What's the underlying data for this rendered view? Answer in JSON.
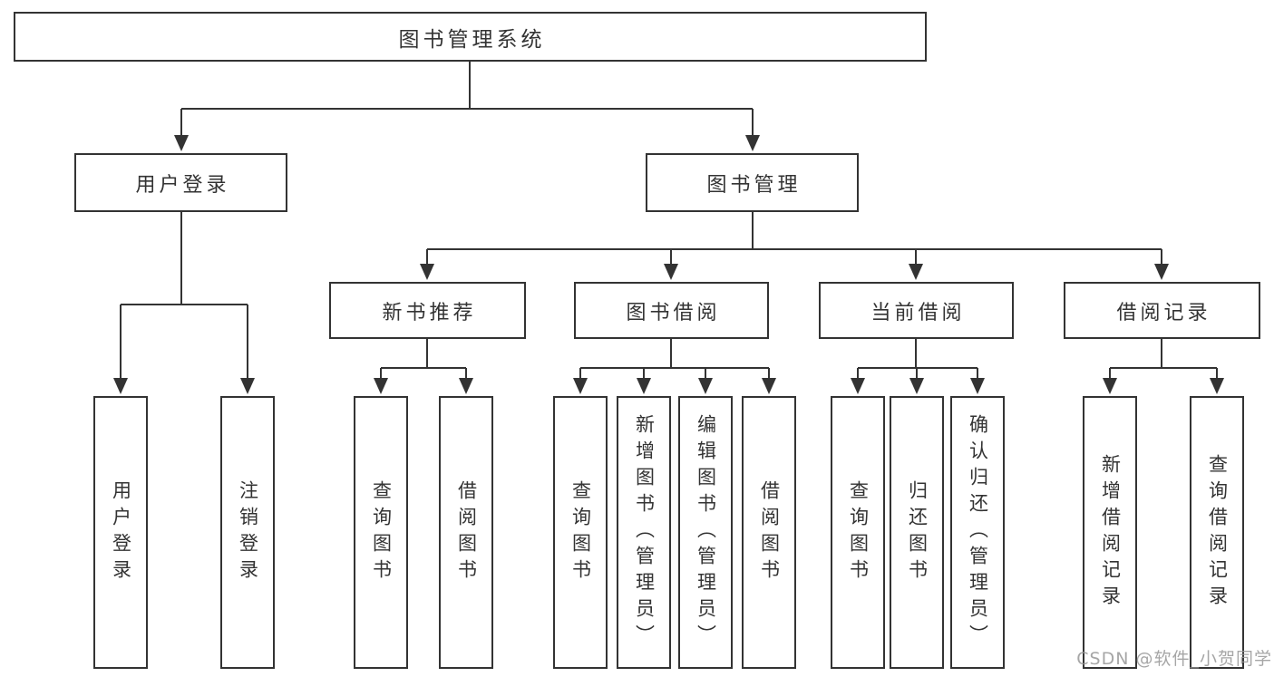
{
  "tree": {
    "root": {
      "label": "图书管理系统",
      "children": [
        {
          "label": "用户登录",
          "children": [
            {
              "label": "用户登录"
            },
            {
              "label": "注销登录"
            }
          ]
        },
        {
          "label": "图书管理",
          "children": [
            {
              "label": "新书推荐",
              "children": [
                {
                  "label": "查询图书"
                },
                {
                  "label": "借阅图书"
                }
              ]
            },
            {
              "label": "图书借阅",
              "children": [
                {
                  "label": "查询图书"
                },
                {
                  "label": "新增图书（管理员）"
                },
                {
                  "label": "编辑图书（管理员）"
                },
                {
                  "label": "借阅图书"
                }
              ]
            },
            {
              "label": "当前借阅",
              "children": [
                {
                  "label": "查询图书"
                },
                {
                  "label": "归还图书"
                },
                {
                  "label": "确认归还（管理员）"
                }
              ]
            },
            {
              "label": "借阅记录",
              "children": [
                {
                  "label": "新增借阅记录"
                },
                {
                  "label": "查询借阅记录"
                }
              ]
            }
          ]
        }
      ]
    }
  },
  "watermark": "CSDN @软件_小贺同学",
  "colors": {
    "line": "#333333",
    "text": "#333333",
    "background": "#ffffff",
    "watermark": "#969696"
  }
}
